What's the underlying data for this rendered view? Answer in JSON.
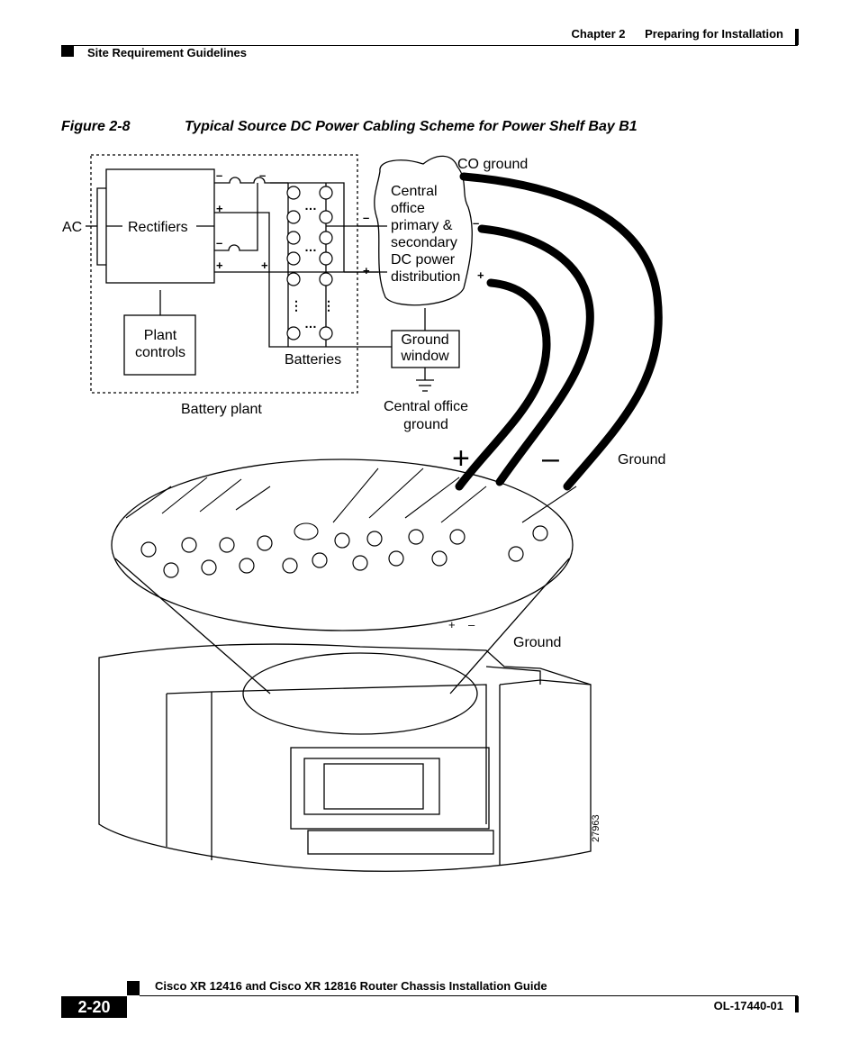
{
  "header": {
    "chapter": "Chapter 2",
    "chapter_title": "Preparing for Installation",
    "section": "Site Requirement Guidelines"
  },
  "figure": {
    "number": "Figure 2-8",
    "title": "Typical Source DC Power Cabling Scheme for Power Shelf Bay B1",
    "labels": {
      "ac": "AC",
      "rectifiers": "Rectifiers",
      "plant_controls_1": "Plant",
      "plant_controls_2": "controls",
      "batteries": "Batteries",
      "battery_plant": "Battery plant",
      "co_ground": "CO ground",
      "central_1": "Central",
      "central_2": "office",
      "central_3": "primary &",
      "central_4": "secondary",
      "central_5": "DC power",
      "central_6": "distribution",
      "ground_window_1": "Ground",
      "ground_window_2": "window",
      "co_ground_bottom_1": "Central office",
      "co_ground_bottom_2": "ground",
      "ground_upper": "Ground",
      "ground_lower": "Ground",
      "plus": "+",
      "minus": "–",
      "big_plus": "+",
      "big_minus": "–",
      "art_number": "27963"
    }
  },
  "footer": {
    "guide_title": "Cisco XR 12416 and Cisco XR 12816 Router Chassis Installation Guide",
    "page_number": "2-20",
    "doc_number": "OL-17440-01"
  }
}
